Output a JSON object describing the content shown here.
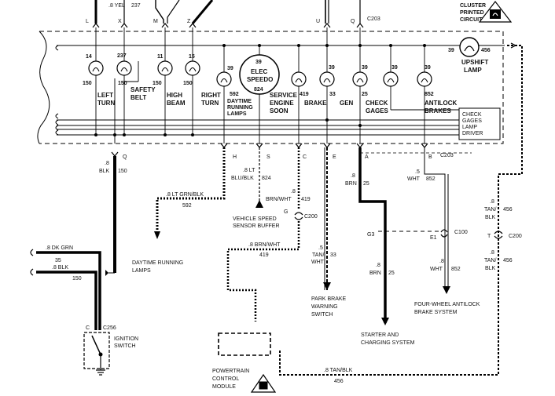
{
  "top_wires": {
    "yel_label": ".8 YEL",
    "yel_circuit": "237",
    "connector": "C203"
  },
  "pins_top": [
    "L",
    "X",
    "M",
    "Z",
    "U",
    "Q"
  ],
  "pins_bottom": [
    "Q",
    "H",
    "S",
    "C",
    "E",
    "A",
    "B"
  ],
  "logo": {
    "line1": "CLUSTER",
    "line2": "PRINTED",
    "line3": "CIRCUIT"
  },
  "lamps": [
    {
      "top": "14",
      "bottom": "150",
      "label1": "LEFT",
      "label2": "TURN",
      "label3": ""
    },
    {
      "top": "237",
      "bottom": "150",
      "label1": "SAFETY",
      "label2": "BELT",
      "label3": ""
    },
    {
      "top": "11",
      "bottom": "150",
      "label1": "HIGH",
      "label2": "BEAM",
      "label3": ""
    },
    {
      "top": "15",
      "bottom": "150",
      "label1": "RIGHT",
      "label2": "TURN",
      "label3": ""
    },
    {
      "top": "39",
      "bottom": "592",
      "label1": "DAYTIME",
      "label2": "RUNNING",
      "label3": "LAMPS"
    },
    {
      "top": "419",
      "bottom": "",
      "label1": "SERVICE",
      "label2": "ENGINE",
      "label3": "SOON"
    },
    {
      "top": "39",
      "bottom": "33",
      "label1": "BRAKE",
      "label2": "",
      "label3": ""
    },
    {
      "top": "39",
      "bottom": "25",
      "label1": "GEN",
      "label2": "",
      "label3": ""
    },
    {
      "top": "39",
      "bottom": "",
      "label1": "CHECK",
      "label2": "GAGES",
      "label3": ""
    },
    {
      "top": "39",
      "bottom": "852",
      "label1": "ANTILOCK",
      "label2": "BRAKES",
      "label3": ""
    }
  ],
  "speedo": {
    "top": "39",
    "l1": "ELEC",
    "l2": "SPEEDO",
    "bottom": "824"
  },
  "upshift": {
    "left": "39",
    "right": "456",
    "l1": "UPSHIFT",
    "l2": "LAMP"
  },
  "driver": {
    "l1": "CHECK",
    "l2": "GAGES",
    "l3": "LAMP",
    "l4": "DRIVER"
  },
  "wires": {
    "q_blk": ".8",
    "q_blk2": "BLK",
    "q_circ": "150",
    "h_ltgrn": ".8 LT GRN/BLK",
    "h_circ": "592",
    "s_ltblu": ".8 LT",
    "s_ltblu2": "BLU/BLK",
    "s_circ": "824",
    "c_brnwht_a": ".8",
    "c_brnwht_b": "BRN/WHT",
    "c_circ": "419",
    "c_brnwht2": ".8 BRN/WHT",
    "c_circ2": "419",
    "e_tan": ".5",
    "e_tan2": "TAN/",
    "e_tan3": "WHT",
    "e_circ": "33",
    "a_brn": ".8",
    "a_brn2": "BRN",
    "a_circ": "25",
    "a_brn_b": ".8",
    "a_brn_b2": "BRN",
    "a_circ_b": "25",
    "b_wht": ".5",
    "b_wht2": "WHT",
    "b_circ": "852",
    "b_wht_b": ".8",
    "b_wht_b2": "WHT",
    "b_circ_b": "852",
    "tan_a": ".8",
    "tan_a2": "TAN/",
    "tan_a3": "BLK",
    "tan_circ_a": "456",
    "tan_b": ".8",
    "tan_b2": "TAN/",
    "tan_b3": "BLK",
    "tan_circ_b": "456",
    "tan_bottom": ".8 TAN/BLK",
    "tan_bottom_circ": "456",
    "dkgrn": ".8 DK GRN",
    "dkgrn_circ": "35",
    "blk150": ".8 BLK",
    "blk150_circ": "150"
  },
  "connectors": {
    "c200a": "C200",
    "c200b": "C200",
    "c100": "C100",
    "c203b": "C203",
    "c256": "C256",
    "g": "G",
    "g3": "G3",
    "e1": "E1",
    "t": "T",
    "c_ign": "C"
  },
  "destinations": {
    "drl1": "DAYTIME RUNNING",
    "drl2": "LAMPS",
    "vss1": "VEHICLE SPEED",
    "vss2": "SENSOR BUFFER",
    "park1": "PARK BRAKE",
    "park2": "WARNING",
    "park3": "SWITCH",
    "start1": "STARTER AND",
    "start2": "CHARGING SYSTEM",
    "abs1": "FOUR-WHEEL ANTILOCK",
    "abs2": "BRAKE SYSTEM",
    "ign1": "IGNITION",
    "ign2": "SWITCH",
    "pcm1": "POWERTRAIN",
    "pcm2": "CONTROL",
    "pcm3": "MODULE"
  }
}
